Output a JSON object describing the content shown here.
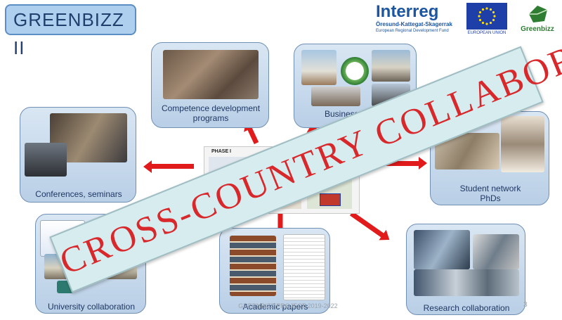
{
  "header": {
    "title": "GREENBIZZ II",
    "interreg": "Interreg",
    "interreg_region": "Öresund-Kattegat-Skagerrak",
    "interreg_fund": "European Regional Development Fund",
    "eu_label": "EUROPEAN UNION",
    "greenbizz_logo_text": "Greenbizz"
  },
  "cards": {
    "competence": "Competence development programs",
    "business": "Business network circular",
    "conferences": "Conferences, seminars",
    "student": "Student network PhDs",
    "university": "University collaboration",
    "academic": "Academic papers",
    "research": "Research collaboration"
  },
  "center": {
    "phase": "PHASE I"
  },
  "banner": "CROSS-COUNTRY COLLABORATION",
  "footer": {
    "watermark": "GREENBIZZ PROJECT 2019-2022",
    "page": "3"
  },
  "colors": {
    "card_fill": "#c9dbee",
    "card_border": "#6f8fb3",
    "arrow": "#e11b1b",
    "banner_text": "#d8282b",
    "banner_fill": "#d6ecee",
    "title_box": "#aed0ee"
  }
}
